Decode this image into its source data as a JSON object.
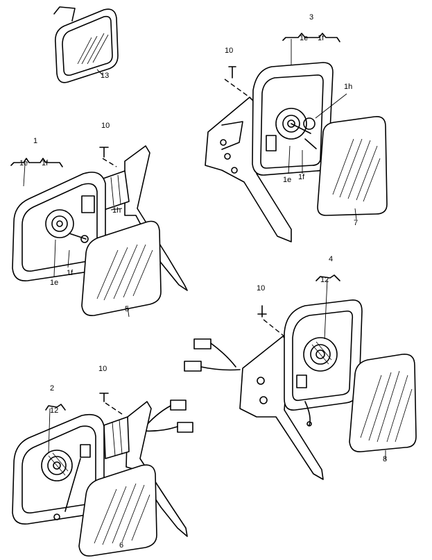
{
  "labels": {
    "p13": "13",
    "p3": "3",
    "p3_ie": "1e",
    "p3_if": "1f",
    "p10a": "10",
    "p1h_a": "1h",
    "p1e_a": "1e",
    "p1f_a": "1f",
    "p7": "7",
    "p1": "1",
    "p1_ie": "1e",
    "p1_if": "1f",
    "p10b": "10",
    "p1h_b": "1h",
    "p1e_b": "1e",
    "p1f_b": "1f",
    "p5": "5",
    "p4": "4",
    "p12a": "12",
    "p10c": "10",
    "p8": "8",
    "p2": "2",
    "p10d": "10",
    "p12b": "12",
    "p6": "6"
  }
}
